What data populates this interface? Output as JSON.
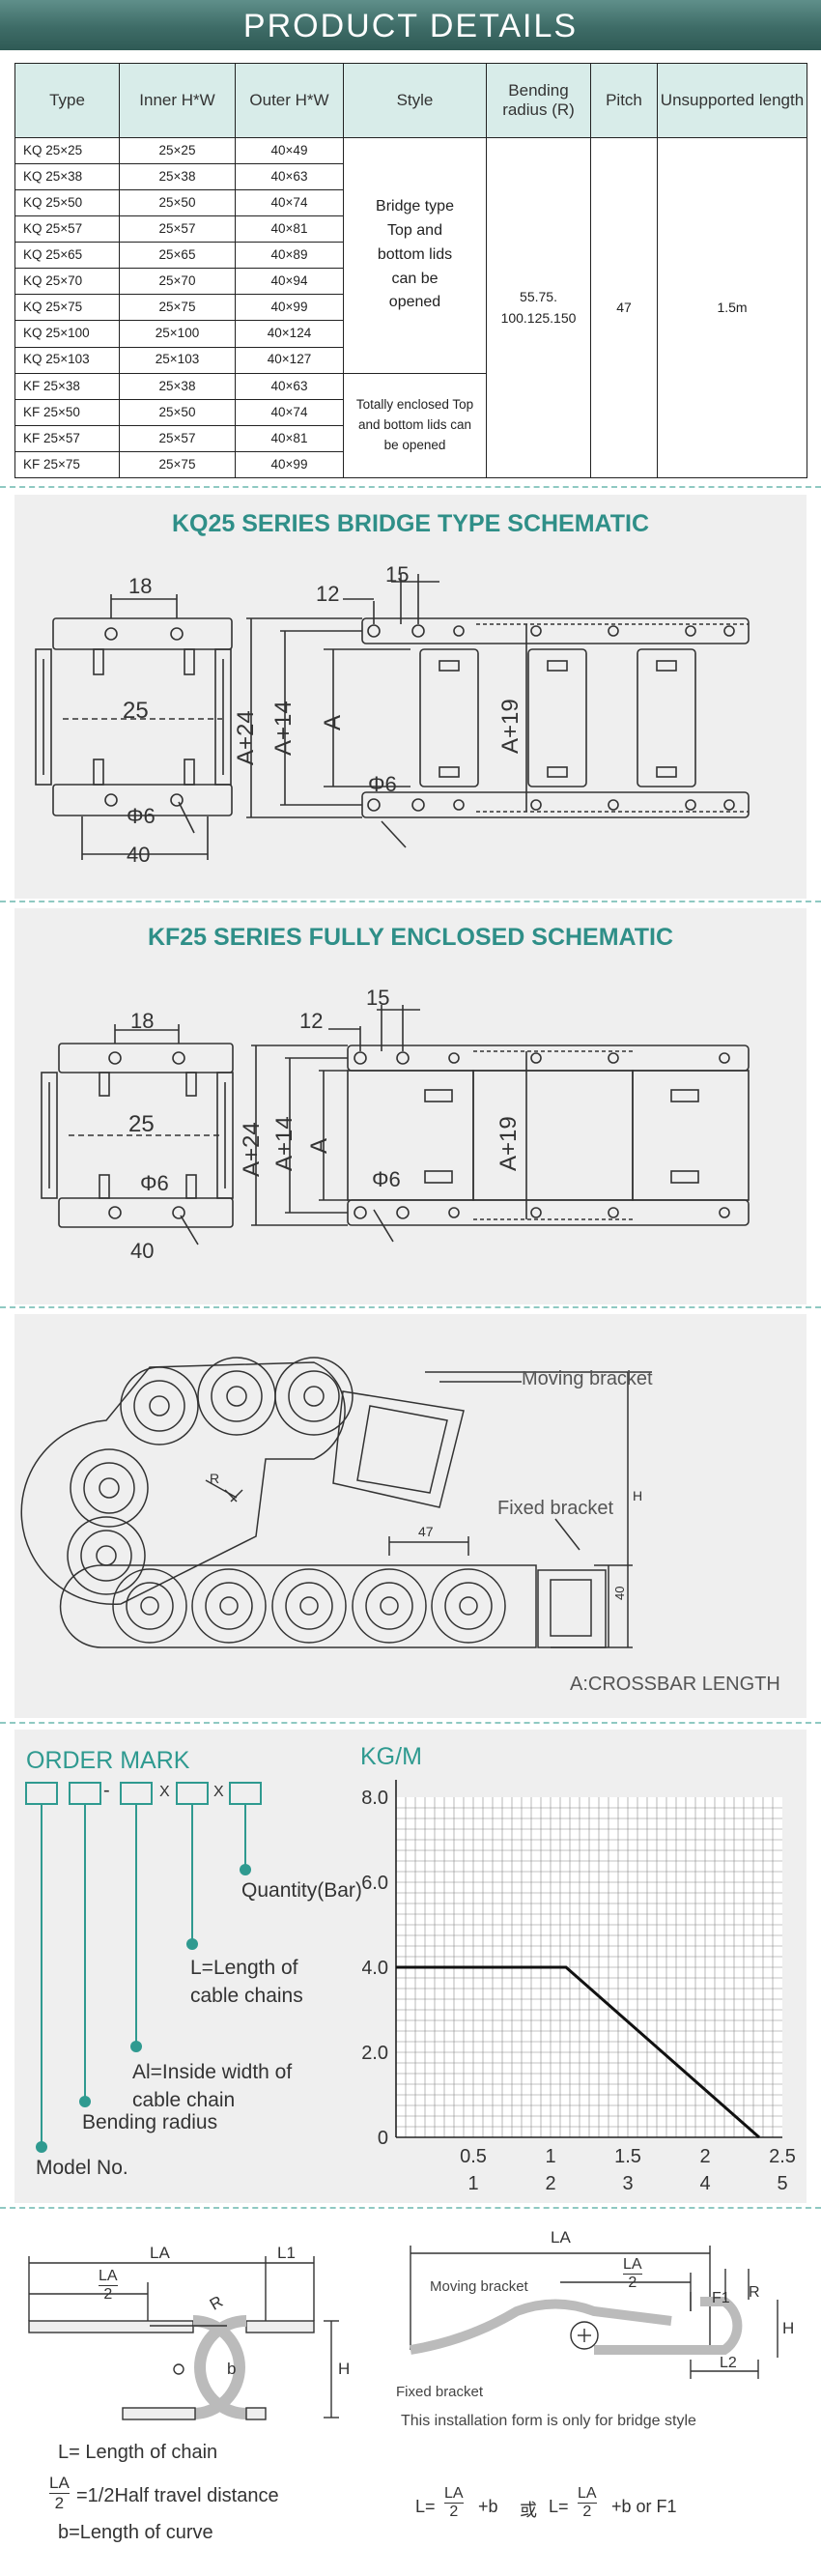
{
  "banner": {
    "title": "PRODUCT DETAILS"
  },
  "spec_table": {
    "headers": [
      "Type",
      "Inner H*W",
      "Outer  H*W",
      "Style",
      "Bending radius (R)",
      "Pitch",
      "Unsupported length"
    ],
    "rows": [
      [
        "KQ  25×25",
        "25×25",
        "40×49"
      ],
      [
        "KQ  25×38",
        "25×38",
        "40×63"
      ],
      [
        "KQ  25×50",
        "25×50",
        "40×74"
      ],
      [
        "KQ  25×57",
        "25×57",
        "40×81"
      ],
      [
        "KQ  25×65",
        "25×65",
        "40×89"
      ],
      [
        "KQ  25×70",
        "25×70",
        "40×94"
      ],
      [
        "KQ  25×75",
        "25×75",
        "40×99"
      ],
      [
        "KQ  25×100",
        "25×100",
        "40×124"
      ],
      [
        "KQ  25×103",
        "25×103",
        "40×127"
      ],
      [
        "KF  25×38",
        "25×38",
        "40×63"
      ],
      [
        "KF  25×50",
        "25×50",
        "40×74"
      ],
      [
        "KF  25×57",
        "25×57",
        "40×81"
      ],
      [
        "KF  25×75",
        "25×75",
        "40×99"
      ]
    ],
    "style_kq": "Bridge type Top and bottom lids can be opened",
    "style_kf": "Totally enclosed Top and bottom lids can be opened",
    "bending_radius": "55.75. 100.125.150",
    "pitch": "47",
    "unsupported_length": "1.5m"
  },
  "kq_schematic": {
    "title": "KQ25 SERIES BRIDGE TYPE SCHEMATIC",
    "labels": {
      "d18": "18",
      "d25": "25",
      "phi6": "Φ6",
      "d40": "40",
      "d12": "12",
      "d15": "15",
      "a24": "A+24",
      "a14": "A+14",
      "a": "A",
      "a19": "A+19"
    }
  },
  "kf_schematic": {
    "title": "KF25 SERIES FULLY ENCLOSED SCHEMATIC",
    "labels": {
      "d18": "18",
      "d25": "25",
      "phi6": "Φ6",
      "d40": "40",
      "d12": "12",
      "d15": "15",
      "a24": "A+24",
      "a14": "A+14",
      "a": "A",
      "a19": "A+19"
    }
  },
  "bend_diagram": {
    "moving_bracket": "Moving bracket",
    "fixed_bracket": "Fixed bracket",
    "pitch": "47",
    "r": "R",
    "h": "H",
    "height": "40",
    "crossbar_note": "A:CROSSBAR LENGTH"
  },
  "order_mark": {
    "title": "ORDER MARK",
    "separators": [
      "-",
      "X",
      "X"
    ],
    "quantity": "Quantity(Bar)",
    "length": "L=Length of cable chains",
    "inside_width": "Al=Inside width of cable chain",
    "bending_radius": "Bending radius",
    "model": "Model No."
  },
  "chart_data": {
    "type": "line",
    "title": "KG/M",
    "ylabel": "KG/M",
    "ylim": [
      0,
      8.0
    ],
    "yticks": [
      "0",
      "2.0",
      "4.0",
      "6.0",
      "8.0"
    ],
    "xticks_top": [
      "0.5",
      "1",
      "1.5",
      "2",
      "2.5"
    ],
    "xticks_bottom": [
      "1",
      "2",
      "3",
      "4",
      "5"
    ],
    "xlim": [
      0,
      2.5
    ],
    "grid": true,
    "series": [
      {
        "x": [
          0,
          1.1,
          2.35
        ],
        "y": [
          4.0,
          4.0,
          0
        ]
      }
    ]
  },
  "install": {
    "left": {
      "la": "LA",
      "la2_num": "LA",
      "la2_den": "2",
      "l1": "L1",
      "r": "R",
      "b": "b",
      "h": "H",
      "note_l": "L= Length of chain",
      "note_half_num": "LA",
      "note_half_den": "2",
      "note_half": "=1/2Half travel distance",
      "note_b": "b=Length of curve"
    },
    "right": {
      "la": "LA",
      "la2_num": "LA",
      "la2_den": "2",
      "f1": "F1",
      "r": "R",
      "h": "H",
      "l2": "L2",
      "moving": "Moving bracket",
      "fixed": "Fixed bracket",
      "note": "This installation form is only for bridge style",
      "formula_l": "L=",
      "formula_plus_b": "+b",
      "formula_or": "或",
      "formula_l2": "L=",
      "formula_plus_b_or": "+b   or F1",
      "frac_num": "LA",
      "frac_den": "2"
    }
  }
}
